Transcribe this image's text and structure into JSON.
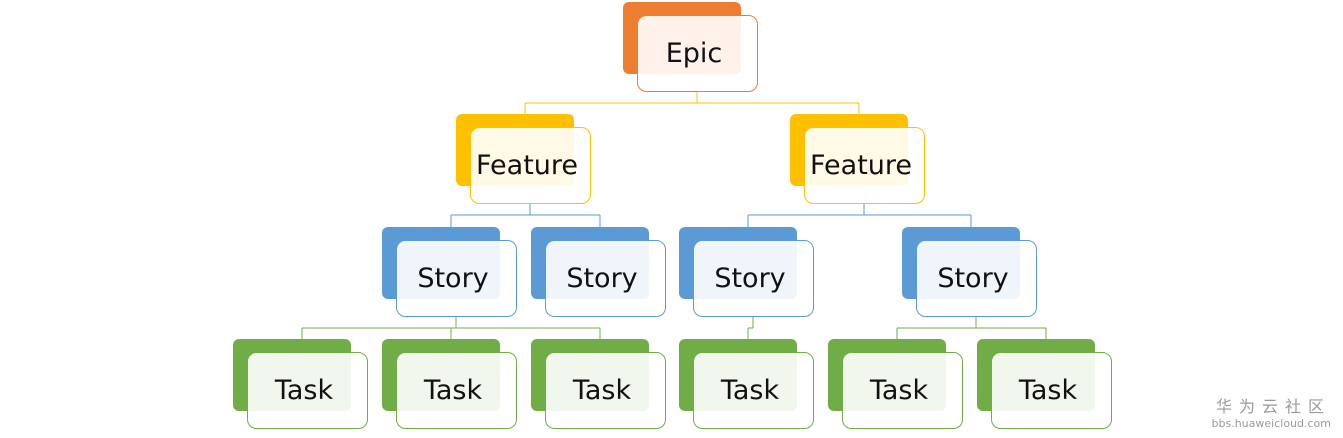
{
  "colors": {
    "epic": {
      "accent": "#ED7D31",
      "fill": "#FBEEE8"
    },
    "feature": {
      "accent": "#FFC000",
      "fill": "#FFF8E6"
    },
    "story": {
      "accent": "#5B9BD5",
      "fill": "#EEF3FA"
    },
    "task": {
      "accent": "#70AD47",
      "fill": "#F0F5EC"
    }
  },
  "nodes": [
    {
      "id": "epic",
      "level": "epic",
      "label": "Epic",
      "parent": null
    },
    {
      "id": "feature-1",
      "level": "feature",
      "label": "Feature",
      "parent": "epic"
    },
    {
      "id": "feature-2",
      "level": "feature",
      "label": "Feature",
      "parent": "epic"
    },
    {
      "id": "story-1",
      "level": "story",
      "label": "Story",
      "parent": "feature-1"
    },
    {
      "id": "story-2",
      "level": "story",
      "label": "Story",
      "parent": "feature-1"
    },
    {
      "id": "story-3",
      "level": "story",
      "label": "Story",
      "parent": "feature-2"
    },
    {
      "id": "story-4",
      "level": "story",
      "label": "Story",
      "parent": "feature-2"
    },
    {
      "id": "task-1",
      "level": "task",
      "label": "Task",
      "parent": "story-1"
    },
    {
      "id": "task-2",
      "level": "task",
      "label": "Task",
      "parent": "story-1"
    },
    {
      "id": "task-3",
      "level": "task",
      "label": "Task",
      "parent": "story-1"
    },
    {
      "id": "task-4",
      "level": "task",
      "label": "Task",
      "parent": "story-3"
    },
    {
      "id": "task-5",
      "level": "task",
      "label": "Task",
      "parent": "story-4"
    },
    {
      "id": "task-6",
      "level": "task",
      "label": "Task",
      "parent": "story-4"
    }
  ],
  "watermark": {
    "title": "华为云社区",
    "url": "bbs.huaweicloud.com"
  }
}
